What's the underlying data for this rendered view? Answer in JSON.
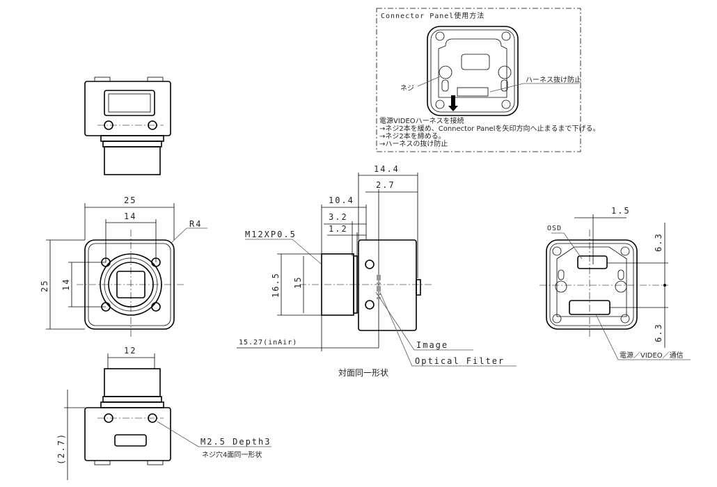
{
  "connector_panel": {
    "title": "Connector Panel使用方法",
    "screw_label": "ネジ",
    "anti_pull_label": "ハーネス抜け防止",
    "notes": [
      "電源VIDEOハーネスを接続",
      "→ネジ2本を緩め、Connector Panelを矢印方向へ止まるまで下げる。",
      "→ネジ2本を締める。",
      "→ハーネスの抜け防止"
    ]
  },
  "front_view": {
    "width": "25",
    "hole_pitch_h": "14",
    "radius": "R4",
    "height": "25",
    "hole_pitch_v": "14"
  },
  "bottom_view": {
    "lens_width": "12",
    "offset": "(2.7)",
    "thread": "M2.5 Depth3",
    "note": "ネジ穴4面同一形状"
  },
  "side_view": {
    "d_14_4": "14.4",
    "d_2_7": "2.7",
    "d_10_4": "10.4",
    "d_3_2": "3.2",
    "d_1_2": "1.2",
    "thread": "M12XP0.5",
    "d_16_5": "16.5",
    "d_15": "15",
    "flange": "15.27(inAir)",
    "image": "Image",
    "filter": "Optical Filter",
    "note": "対面同一形状"
  },
  "back_view": {
    "offset": "1.5",
    "osd": "OSD",
    "d_top": "6.3",
    "d_bottom": "6.3",
    "connector": "電源／VIDEO／通信"
  }
}
